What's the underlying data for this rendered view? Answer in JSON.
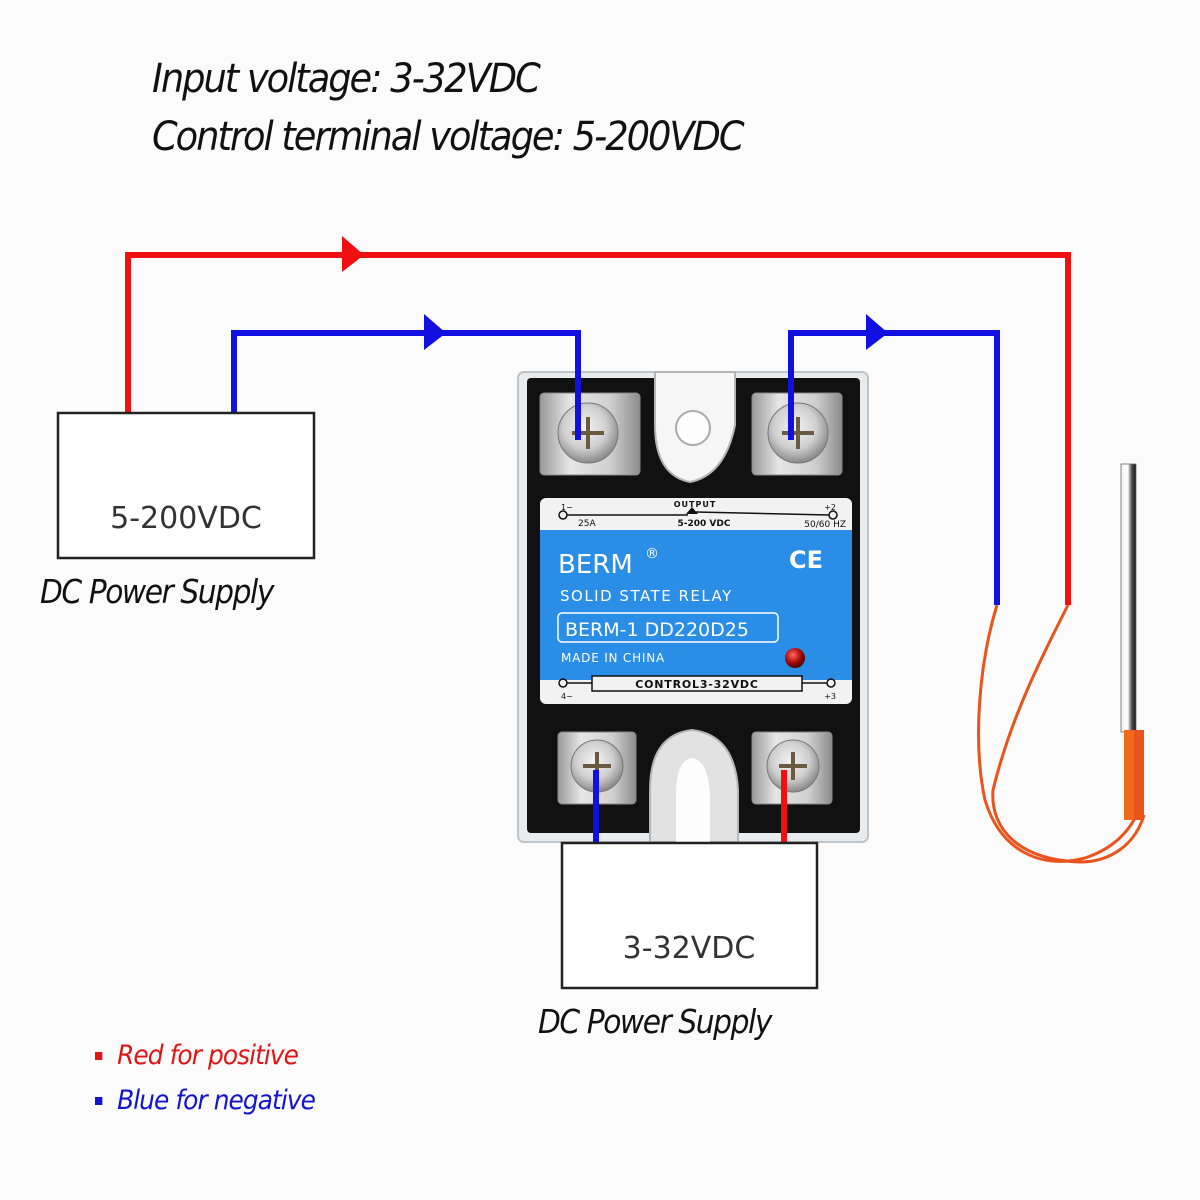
{
  "title": {
    "line1": "Input voltage: 3-32VDC",
    "line2": "Control terminal voltage: 5-200VDC"
  },
  "colors": {
    "positive_wire": "#f01010",
    "negative_wire": "#1010e0",
    "heater_lead": "#e8541c",
    "relay_label_bg": "#2a8de6"
  },
  "left_supply": {
    "voltage": "5-200VDC",
    "caption": "DC Power Supply"
  },
  "bottom_supply": {
    "voltage": "3-32VDC",
    "caption": "DC Power Supply"
  },
  "relay": {
    "terminal_1": "1−",
    "terminal_2": "+2",
    "terminal_3": "+3",
    "terminal_4": "4−",
    "output_label": "OUTPUT",
    "current": "25A",
    "output_voltage": "5-200 VDC",
    "frequency": "50/60 HZ",
    "brand": "BERM",
    "registered": "®",
    "certification": "CE",
    "type": "SOLID STATE RELAY",
    "model": "BERM-1 DD220D25",
    "origin": "MADE IN CHINA",
    "control": "CONTROL3-32VDC"
  },
  "load": {
    "icon": "cartridge-heater-icon"
  },
  "legend": {
    "red": "Red for positive",
    "blue": "Blue for negative"
  }
}
